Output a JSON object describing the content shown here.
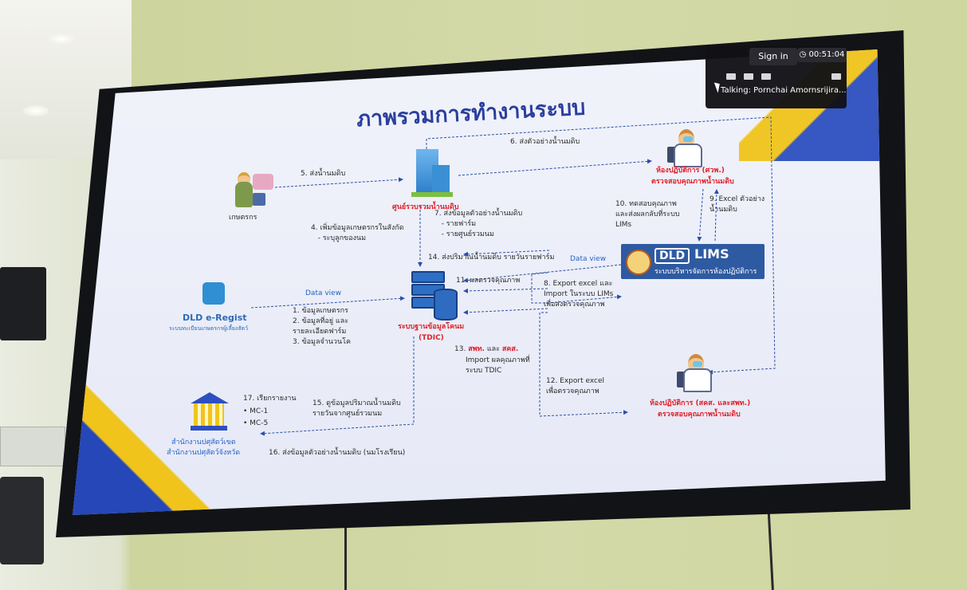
{
  "slide": {
    "title": "ภาพรวมการทำงานระบบ",
    "nodes": {
      "farmer": "เกษตรกร",
      "collection_center": "ศูนย์รวบรวมน้ำนมดิบ",
      "database": "ระบบฐานข้อมูลโคนม",
      "database_sub": "(TDIC)",
      "eregist_name": "DLD e-Regist",
      "eregist_sub": "ระบบทะเบียนเกษตรกรผู้เลี้ยงสัตว์",
      "lab_top_name": "ห้องปฏิบัติการ (ศวพ.)",
      "lab_top_sub": "ตรวจสอบคุณภาพน้ำนมดิบ",
      "lab_bottom_name": "ห้องปฏิบัติการ (สคส. และสพท.)",
      "lab_bottom_sub": "ตรวจสอบคุณภาพน้ำนมดิบ",
      "office_line1": "สำนักงานปศุสัตว์เขต",
      "office_line2": "สำนักงานปศุสัตว์จังหวัด",
      "lims_badge": "DLD",
      "lims_word": "LIMS",
      "lims_sub": "ระบบบริหารจัดการห้องปฏิบัติการ"
    },
    "steps": {
      "s5": "5. ส่งน้ำนมดิบ",
      "s6": "6. ส่งตัวอย่างน้ำนมดิบ",
      "s4": "4. เพิ่มข้อมูลเกษตรกรในสังกัด\n   - ระบุลูกของนม",
      "s7": "7. ส่งข้อมูลตัวอย่างน้ำนมดิบ\n   - รายฟาร์ม\n   - รายศูนย์รวมนม",
      "s14": "14. ส่งปริมาณน้ำนมดิบ รายวันรายฟาร์ม",
      "s10": "10. ทดสอบคุณภาพ\nและส่งผลกลับที่ระบบ\nLIMs",
      "s9": "9. Excel ตัวอย่าง\nน้ำนมดิบ",
      "data_view_1": "Data view",
      "data_view_2": "Data view",
      "s11": "11. ผลตรวจคุณภาพ",
      "s8": "8. Export excel และ\nImport ในระบบ LIMs\nเพื่อส่งตรวจคุณภาพ",
      "s1_3": "1. ข้อมูลเกษตรกร\n2. ข้อมูลที่อยู่ และ\nรายละเอียดฟาร์ม\n3. ข้อมูลจำนวนโค",
      "s13_prefix": "13.",
      "s13_red1": "สพท.",
      "s13_and": "และ",
      "s13_red2": "สคส.",
      "s13_rest": "Import ผลคุณภาพที่\nระบบ TDIC",
      "s12": "12. Export excel\nเพื่อตรวจคุณภาพ",
      "s17": "17. เรียกรายงาน",
      "mc1": "MC-1",
      "mc5": "MC-5",
      "s15": "15. ดูข้อมูลปริมาณน้ำนมดิบ\nรายวันจากศูนย์รวมนม",
      "s16": "16. ส่งข้อมูลตัวอย่างน้ำนมดิบ (นมโรงเรียน)"
    }
  },
  "meeting": {
    "sign_in": "Sign in",
    "timer": "00:51:04",
    "talking": "Talking: Pornchai Amornsrijira..."
  },
  "colors": {
    "title_blue": "#2b3f9e",
    "accent_red": "#e0222b",
    "accent_yellow": "#f0c41b",
    "deco_blue": "#2d4fbf",
    "lims_blue": "#2e5aa2"
  }
}
